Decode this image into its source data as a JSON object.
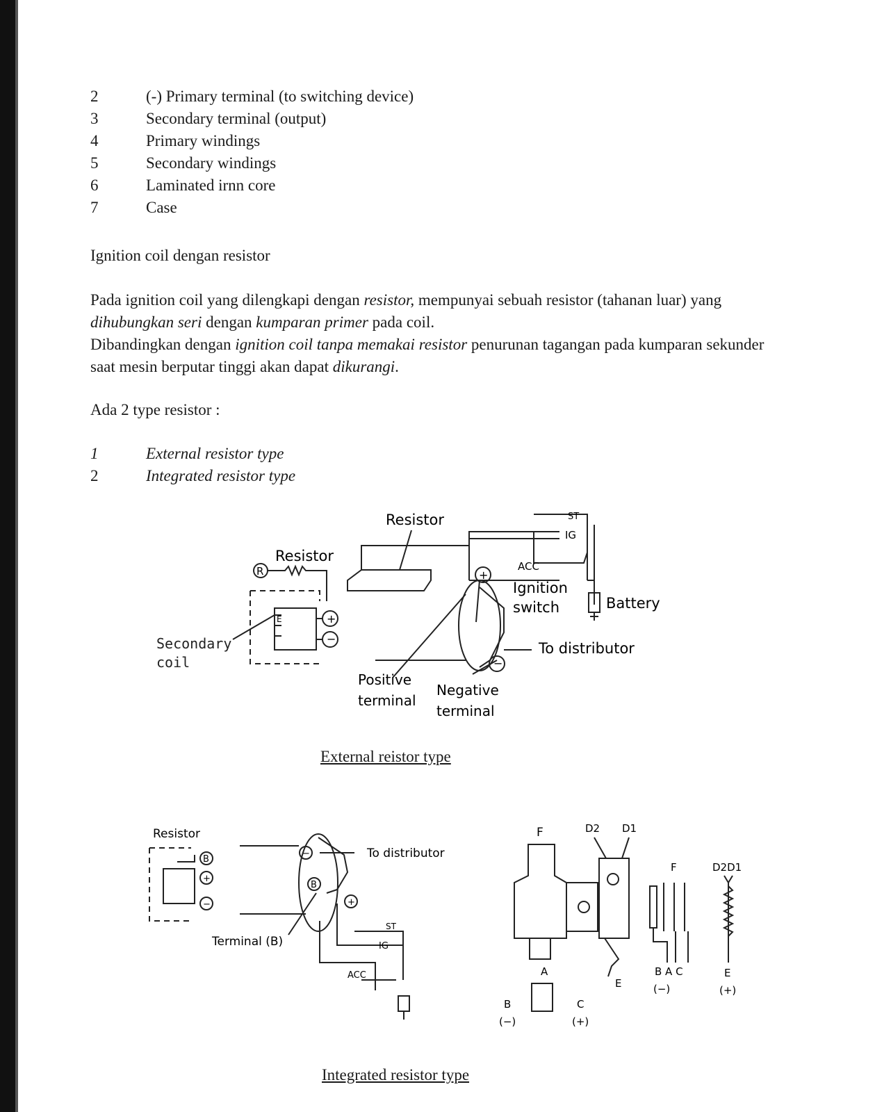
{
  "numbered_list": [
    {
      "num": "2",
      "text": "(-) Primary terminal (to switching device)"
    },
    {
      "num": "3",
      "text": "Secondary terminal (output)"
    },
    {
      "num": "4",
      "text": "Primary windings"
    },
    {
      "num": "5",
      "text": "Secondary windings"
    },
    {
      "num": "6",
      "text": "Laminated irnn core"
    },
    {
      "num": "7",
      "text": "Case"
    }
  ],
  "heading": "Ignition coil dengan resistor",
  "paragraph1": {
    "p1": "Pada ignition coil yang dilengkapi dengan ",
    "p1_em": "resistor,",
    "p2": " mempunyai sebuah resistor (tahanan luar) yang ",
    "p2_em": "dihubungkan seri",
    "p3": " dengan ",
    "p3_em": "kumparan primer",
    "p4": " pada coil."
  },
  "paragraph2": {
    "p1": "Dibandingkan dengan ",
    "p1_em": "ignition coil tanpa memakai resistor",
    "p2": " penurunan tagangan pada kumparan sekunder saat mesin berputar tinggi akan dapat ",
    "p2_em": "dikurangi",
    "p3": "."
  },
  "types_intro": "Ada 2 type resistor :",
  "types": [
    {
      "num": "1",
      "text": "External resistor type"
    },
    {
      "num": "2",
      "text": "Integrated resistor type"
    }
  ],
  "diagram1": {
    "labels": {
      "resistor_top": "Resistor",
      "resistor_left": "Resistor",
      "r_terminal": "R",
      "secondary_coil_1": "Secondary",
      "secondary_coil_2": "coil",
      "plus": "+",
      "minus": "−",
      "st": "ST",
      "ig": "IG",
      "acc": "ACC",
      "ignition_switch_1": "Ignition",
      "ignition_switch_2": "switch",
      "battery": "Battery",
      "to_distributor": "To distributor",
      "positive_terminal_1": "Positive",
      "positive_terminal_2": "terminal",
      "negative_terminal_1": "Negative",
      "negative_terminal_2": "terminal"
    },
    "caption": "External reistor type"
  },
  "diagram2": {
    "labels": {
      "resistor": "Resistor",
      "b": "B",
      "to_distributor": "To distributor",
      "terminal_b": "Terminal (B)",
      "st": "ST",
      "ig": "IG",
      "acc": "ACC",
      "f": "F",
      "d2": "D2",
      "d1": "D1",
      "f2": "F",
      "d2d1": "D2D1",
      "a": "A",
      "e": "E",
      "b_neg": "B",
      "neg_sign": "(−)",
      "c_pos": "C",
      "pos_sign": "(+)",
      "bac": "B A C",
      "bac_neg": "(−)",
      "e2": "E",
      "e2_pos": "(+)"
    },
    "caption": "Integrated resistor type"
  }
}
